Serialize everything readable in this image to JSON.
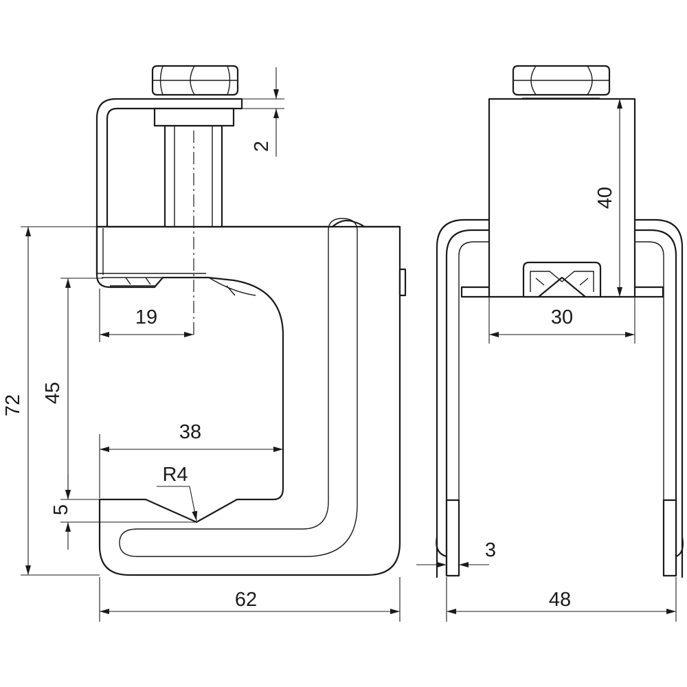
{
  "drawing": {
    "side_view": {
      "dim_thickness": "2",
      "dim_height": "72",
      "dim_inner": "45",
      "dim_offset": "19",
      "dim_width": "38",
      "dim_radius": "R4",
      "dim_lip": "5",
      "dim_total_width": "62"
    },
    "front_view": {
      "dim_height": "40",
      "dim_width": "30",
      "dim_thickness": "3",
      "dim_total_width": "48"
    }
  }
}
